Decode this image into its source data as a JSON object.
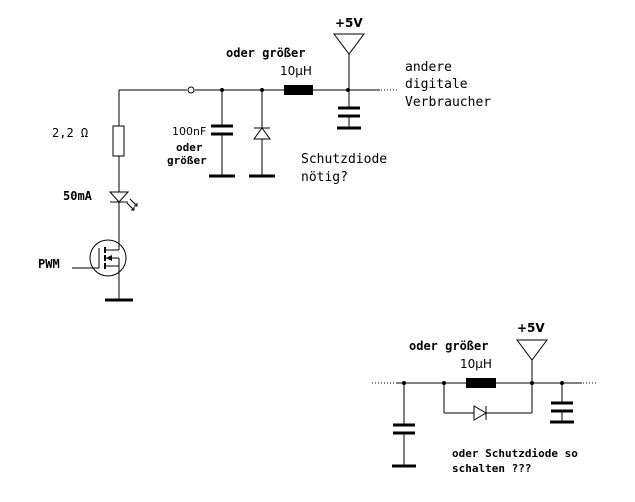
{
  "labels": {
    "vcc_top": "+5V",
    "vcc_bottom": "+5V",
    "or_larger_top": "oder größer",
    "inductor_top": "10µH",
    "other_consumers_1": "andere",
    "other_consumers_2": "digitale",
    "other_consumers_3": "Verbraucher",
    "cap_value": "100nF",
    "cap_or_1": "oder",
    "cap_or_2": "größer",
    "protect_q_1": "Schutzdiode",
    "protect_q_2": "nötig?",
    "resistor": "2,2 Ω",
    "led_current": "50mA",
    "pwm": "PWM",
    "or_larger_bottom": "oder größer",
    "inductor_bottom": "10µH",
    "alt_q_1": "oder Schutzdiode so",
    "alt_q_2": "schalten ???"
  }
}
